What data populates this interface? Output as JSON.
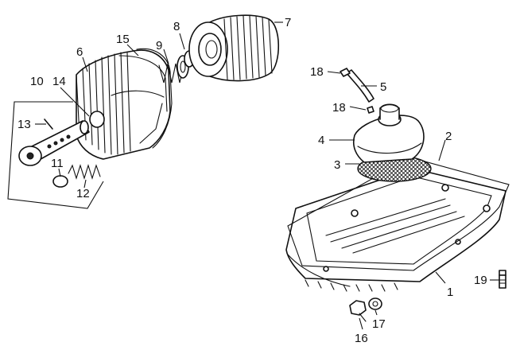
{
  "callouts": [
    "1",
    "2",
    "3",
    "4",
    "5",
    "6",
    "7",
    "8",
    "9",
    "10",
    "11",
    "12",
    "13",
    "14",
    "15",
    "16",
    "17",
    "18",
    "18",
    "19"
  ],
  "colors": {
    "ink": "#111111",
    "paper": "#ffffff"
  }
}
